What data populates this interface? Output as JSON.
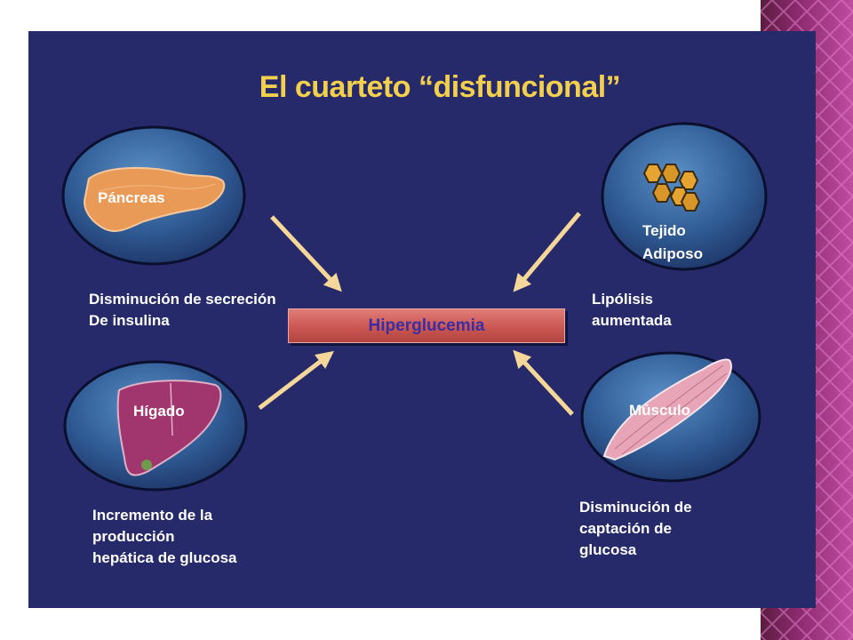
{
  "title": "El cuarteto “disfuncional”",
  "center_label": "Hiperglucemia",
  "organs": {
    "pancreas": {
      "label": "Páncreas",
      "caption": [
        "Disminución de secreción",
        "De insulina"
      ]
    },
    "adipose": {
      "label": [
        "Tejido",
        "Adiposo"
      ],
      "caption": [
        "Lipólisis",
        "aumentada"
      ]
    },
    "liver": {
      "label": "Hígado",
      "caption": [
        "Incremento de la",
        "producción",
        "hepática de glucosa"
      ]
    },
    "muscle": {
      "label": "Músculo",
      "caption": [
        "Disminución de",
        "captación de",
        "glucosa"
      ]
    }
  },
  "colors": {
    "slide_background": "#262a6b",
    "title": "#f2cf4d",
    "arrow": "#f5d79a",
    "center_bar": "#c9544f",
    "center_text": "#3a2ea2",
    "border_pattern": "#8b2a6e"
  }
}
